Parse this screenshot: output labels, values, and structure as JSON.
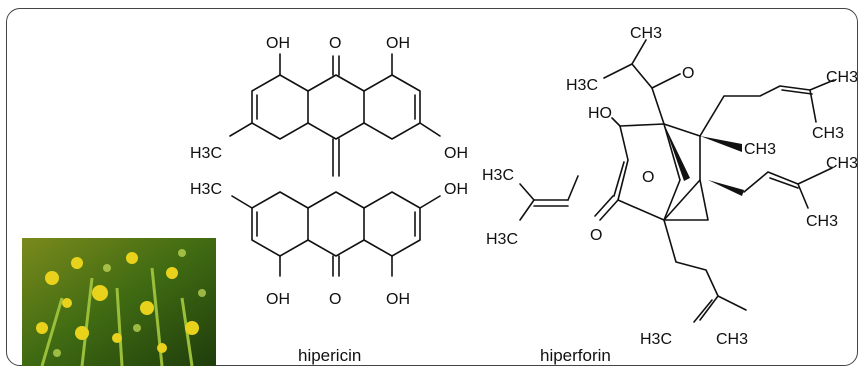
{
  "compounds": [
    {
      "name": "hipericin"
    },
    {
      "name": "hiperforin"
    }
  ],
  "atoms": {
    "oh": "OH",
    "o": "O",
    "h3c": "H3C",
    "ch3": "CH3",
    "ho": "HO"
  },
  "photo": {
    "subject": "flowering plant photo"
  }
}
